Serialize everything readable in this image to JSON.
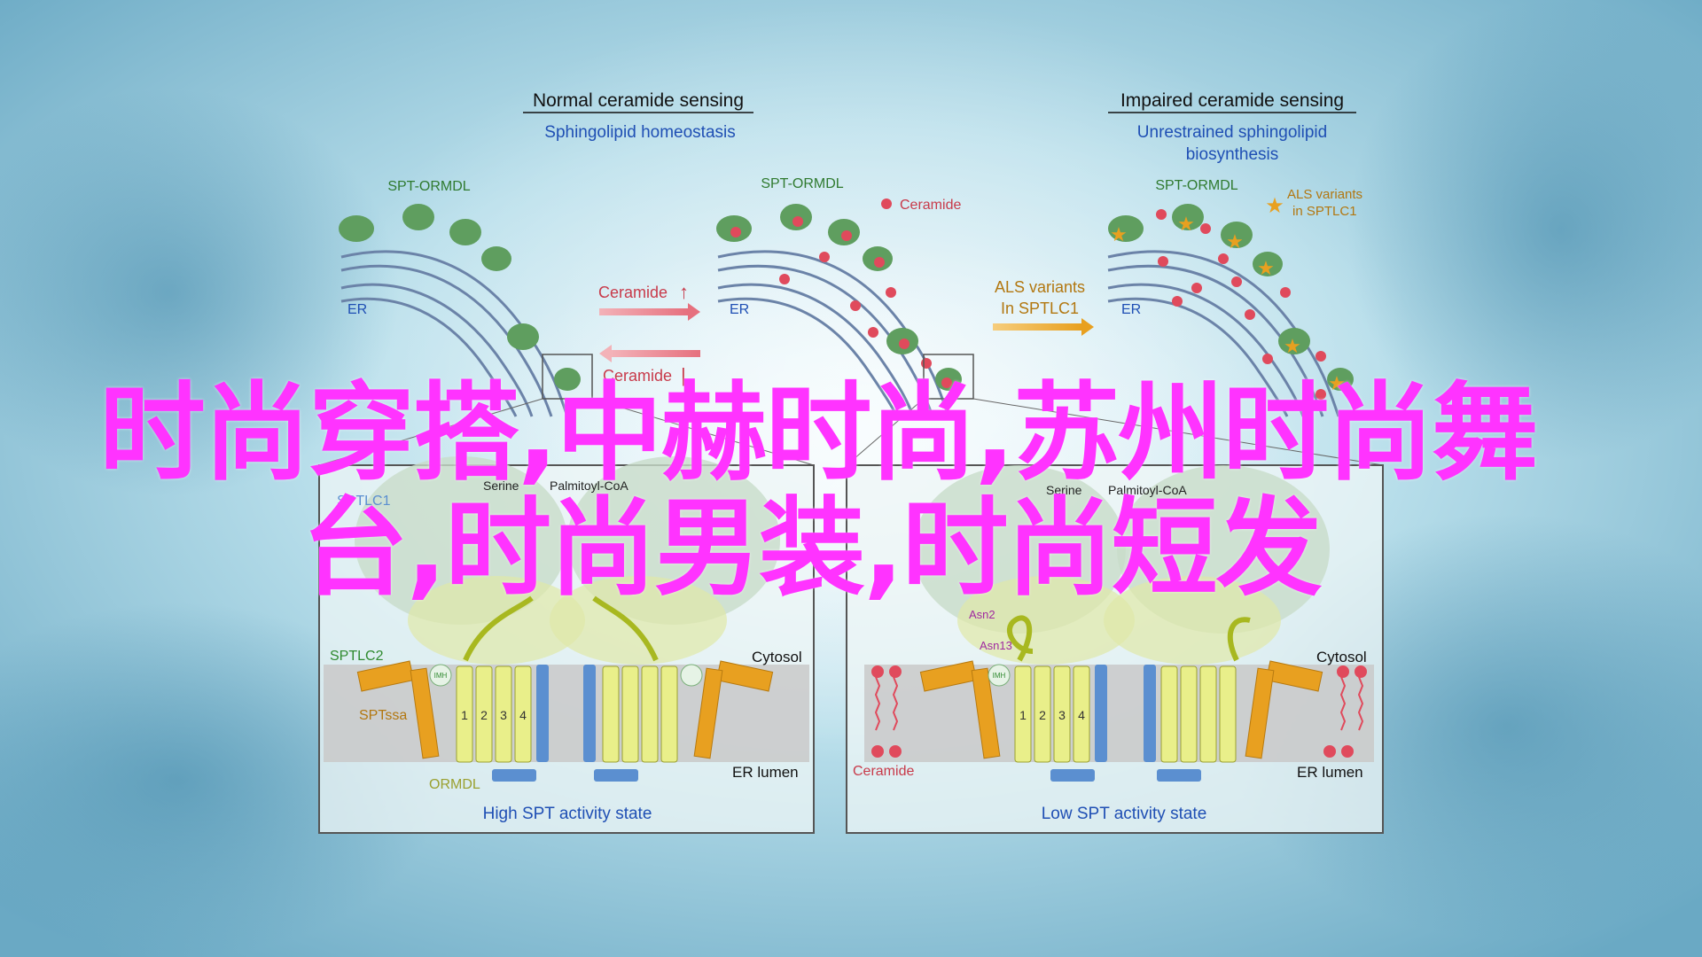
{
  "left_panel": {
    "heading": "Normal ceramide sensing",
    "subheading": "Sphingolipid homeostasis",
    "spt_ormdl": "SPT-ORMDL",
    "er": "ER",
    "ceramide_up": "Ceramide",
    "ceramide_down": "Ceramide",
    "serine": "Serine",
    "palmitoyl_coa": "Palmitoyl-CoA",
    "sptlc1": "SPTLC1",
    "sptlc2": "SPTLC2",
    "sptssa": "SPTssa",
    "ormdl": "ORMDL",
    "cytosol": "Cytosol",
    "er_lumen": "ER lumen",
    "imh": "IMH",
    "helices": [
      "1",
      "2",
      "3",
      "4"
    ],
    "state": "High SPT activity state"
  },
  "middle": {
    "spt_ormdl": "SPT-ORMDL",
    "ceramide_legend": "Ceramide",
    "er": "ER",
    "als_variants_line1": "ALS variants",
    "als_variants_line2": "In SPTLC1"
  },
  "right_panel": {
    "heading": "Impaired ceramide sensing",
    "subheading_line1": "Unrestrained sphingolipid",
    "subheading_line2": "biosynthesis",
    "spt_ormdl": "SPT-ORMDL",
    "als_legend_line1": "ALS variants",
    "als_legend_line2": "in SPTLC1",
    "er": "ER",
    "serine": "Serine",
    "palmitoyl_coa": "Palmitoyl-CoA",
    "asn2": "Asn2",
    "asn13": "Asn13",
    "imh": "IMH",
    "cytosol": "Cytosol",
    "ceramide": "Ceramide",
    "er_lumen": "ER lumen",
    "helices": [
      "1",
      "2",
      "3",
      "4"
    ],
    "state": "Low SPT activity state"
  },
  "overlay": {
    "line1": "时尚穿搭,中赫时尚,苏州时尚舞",
    "line2": "台,时尚男装,时尚短发"
  },
  "colors": {
    "overlay_text": "#ff33ff",
    "blue_text": "#1f4fb4",
    "green_text": "#2f8a2f",
    "ceramide_red": "#e04a5c",
    "als_orange": "#e8a020",
    "membrane_gray": "#c9c9c9",
    "helix_yellow": "#e9ef8a",
    "helix_blue": "#5b8fd0"
  }
}
